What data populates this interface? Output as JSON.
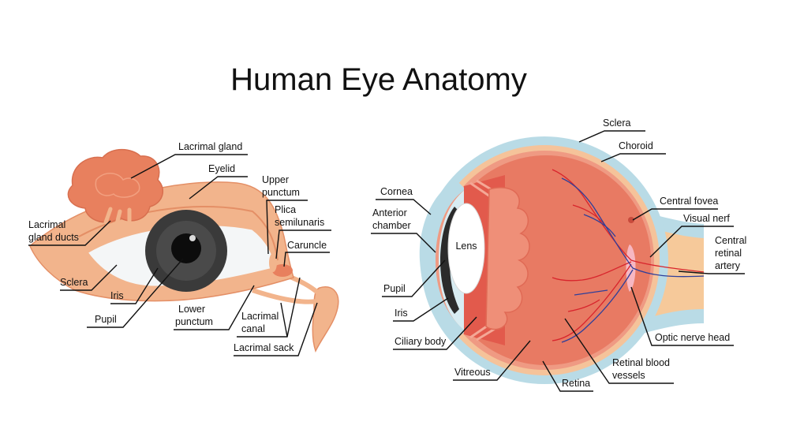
{
  "title": "Human Eye Anatomy",
  "colors": {
    "skin": "#f2b48c",
    "skin_dark": "#e48f66",
    "gland": "#e8805e",
    "sclera_outer": "#b9dbe6",
    "choroid": "#f5c39a",
    "retina": "#e9826b",
    "vitreous": "#e87a63",
    "iris_dark": "#2b2b2b",
    "vessel_red": "#d8242c",
    "vessel_blue": "#2f3f9a"
  },
  "external_eye": {
    "lacrimal_gland": "Lacrimal gland",
    "eyelid": "Eyelid",
    "upper_punctum": [
      "Upper",
      "punctum"
    ],
    "plica_semilunaris": [
      "Plica",
      "semilunaris"
    ],
    "caruncle": "Caruncle",
    "lacrimal_gland_ducts": [
      "Lacrimal",
      "gland ducts"
    ],
    "sclera": "Sclera",
    "iris": "Iris",
    "pupil": "Pupil",
    "lower_punctum": [
      "Lower",
      "punctum"
    ],
    "lacrimal_canal": [
      "Lacrimal",
      "canal"
    ],
    "lacrimal_sack": "Lacrimal sack"
  },
  "cross_section": {
    "sclera": "Sclera",
    "choroid": "Choroid",
    "cornea": "Cornea",
    "anterior_chamber": [
      "Anterior",
      "chamber"
    ],
    "lens": "Lens",
    "central_fovea": "Central fovea",
    "visual_nerf": "Visual nerf",
    "central_retinal_artery": [
      "Central",
      "retinal",
      "artery"
    ],
    "pupil": "Pupil",
    "iris": "Iris",
    "ciliary_body": "Ciliary body",
    "optic_nerve_head": "Optic nerve head",
    "vitreous": "Vitreous",
    "retina": "Retina",
    "retinal_blood_vessels": [
      "Retinal blood",
      "vessels"
    ]
  }
}
